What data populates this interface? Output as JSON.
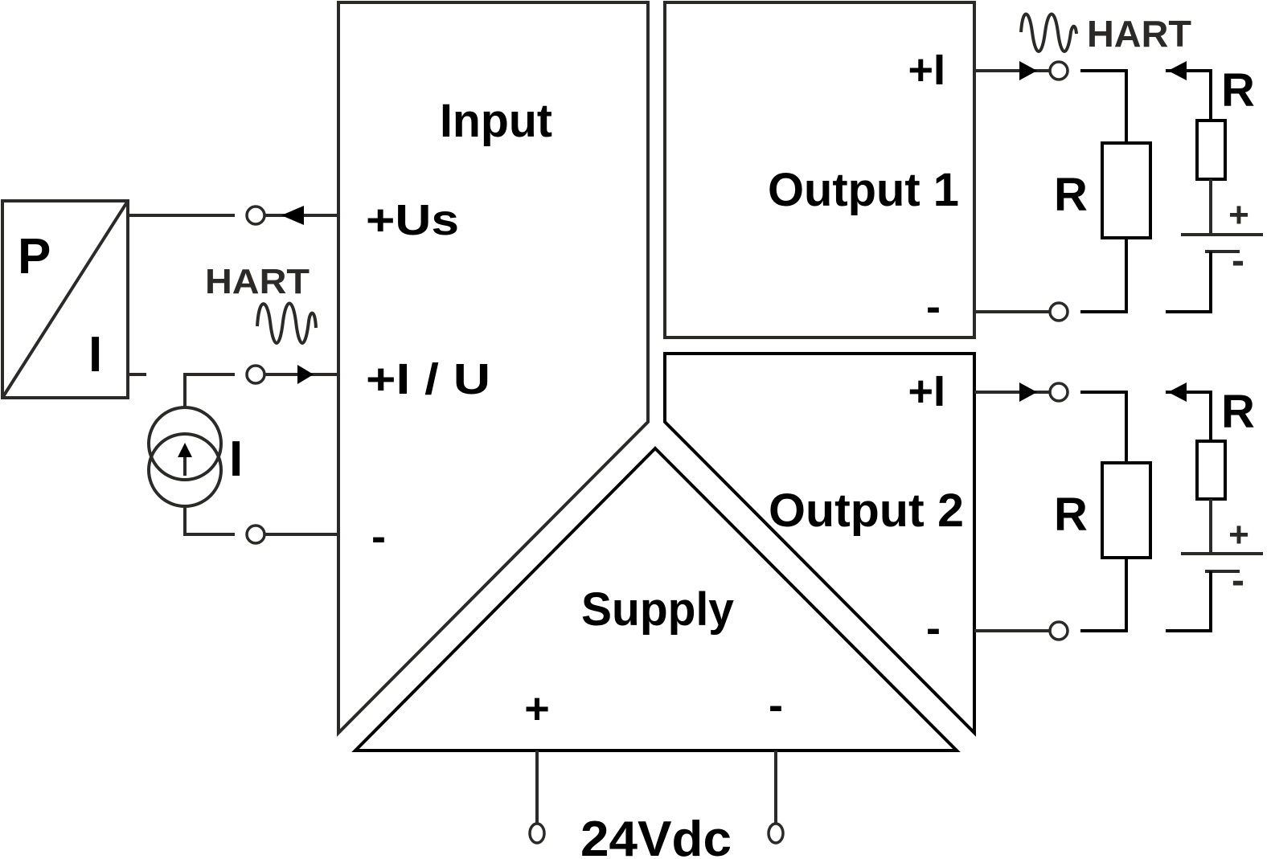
{
  "diagram": {
    "type": "signal-conditioner wiring diagram",
    "input_block": {
      "title": "Input",
      "terminals": [
        "+Us",
        "+I / U",
        "-"
      ]
    },
    "output1_block": {
      "title": "Output 1",
      "terminals": [
        "+I",
        "-"
      ],
      "hart_label": "HART",
      "load_label": "R",
      "active_load_label": "R",
      "battery_plus": "+",
      "battery_minus": "-"
    },
    "output2_block": {
      "title": "Output 2",
      "terminals": [
        "+I",
        "-"
      ],
      "load_label": "R",
      "active_load_label": "R",
      "battery_plus": "+",
      "battery_minus": "-"
    },
    "supply_block": {
      "title": "Supply",
      "terminal_plus": "+",
      "terminal_minus": "-",
      "voltage_label": "24Vdc"
    },
    "transmitter": {
      "top_label": "P",
      "bottom_label": "I"
    },
    "current_source": {
      "label": "I"
    },
    "input_hart_label": "HART"
  }
}
